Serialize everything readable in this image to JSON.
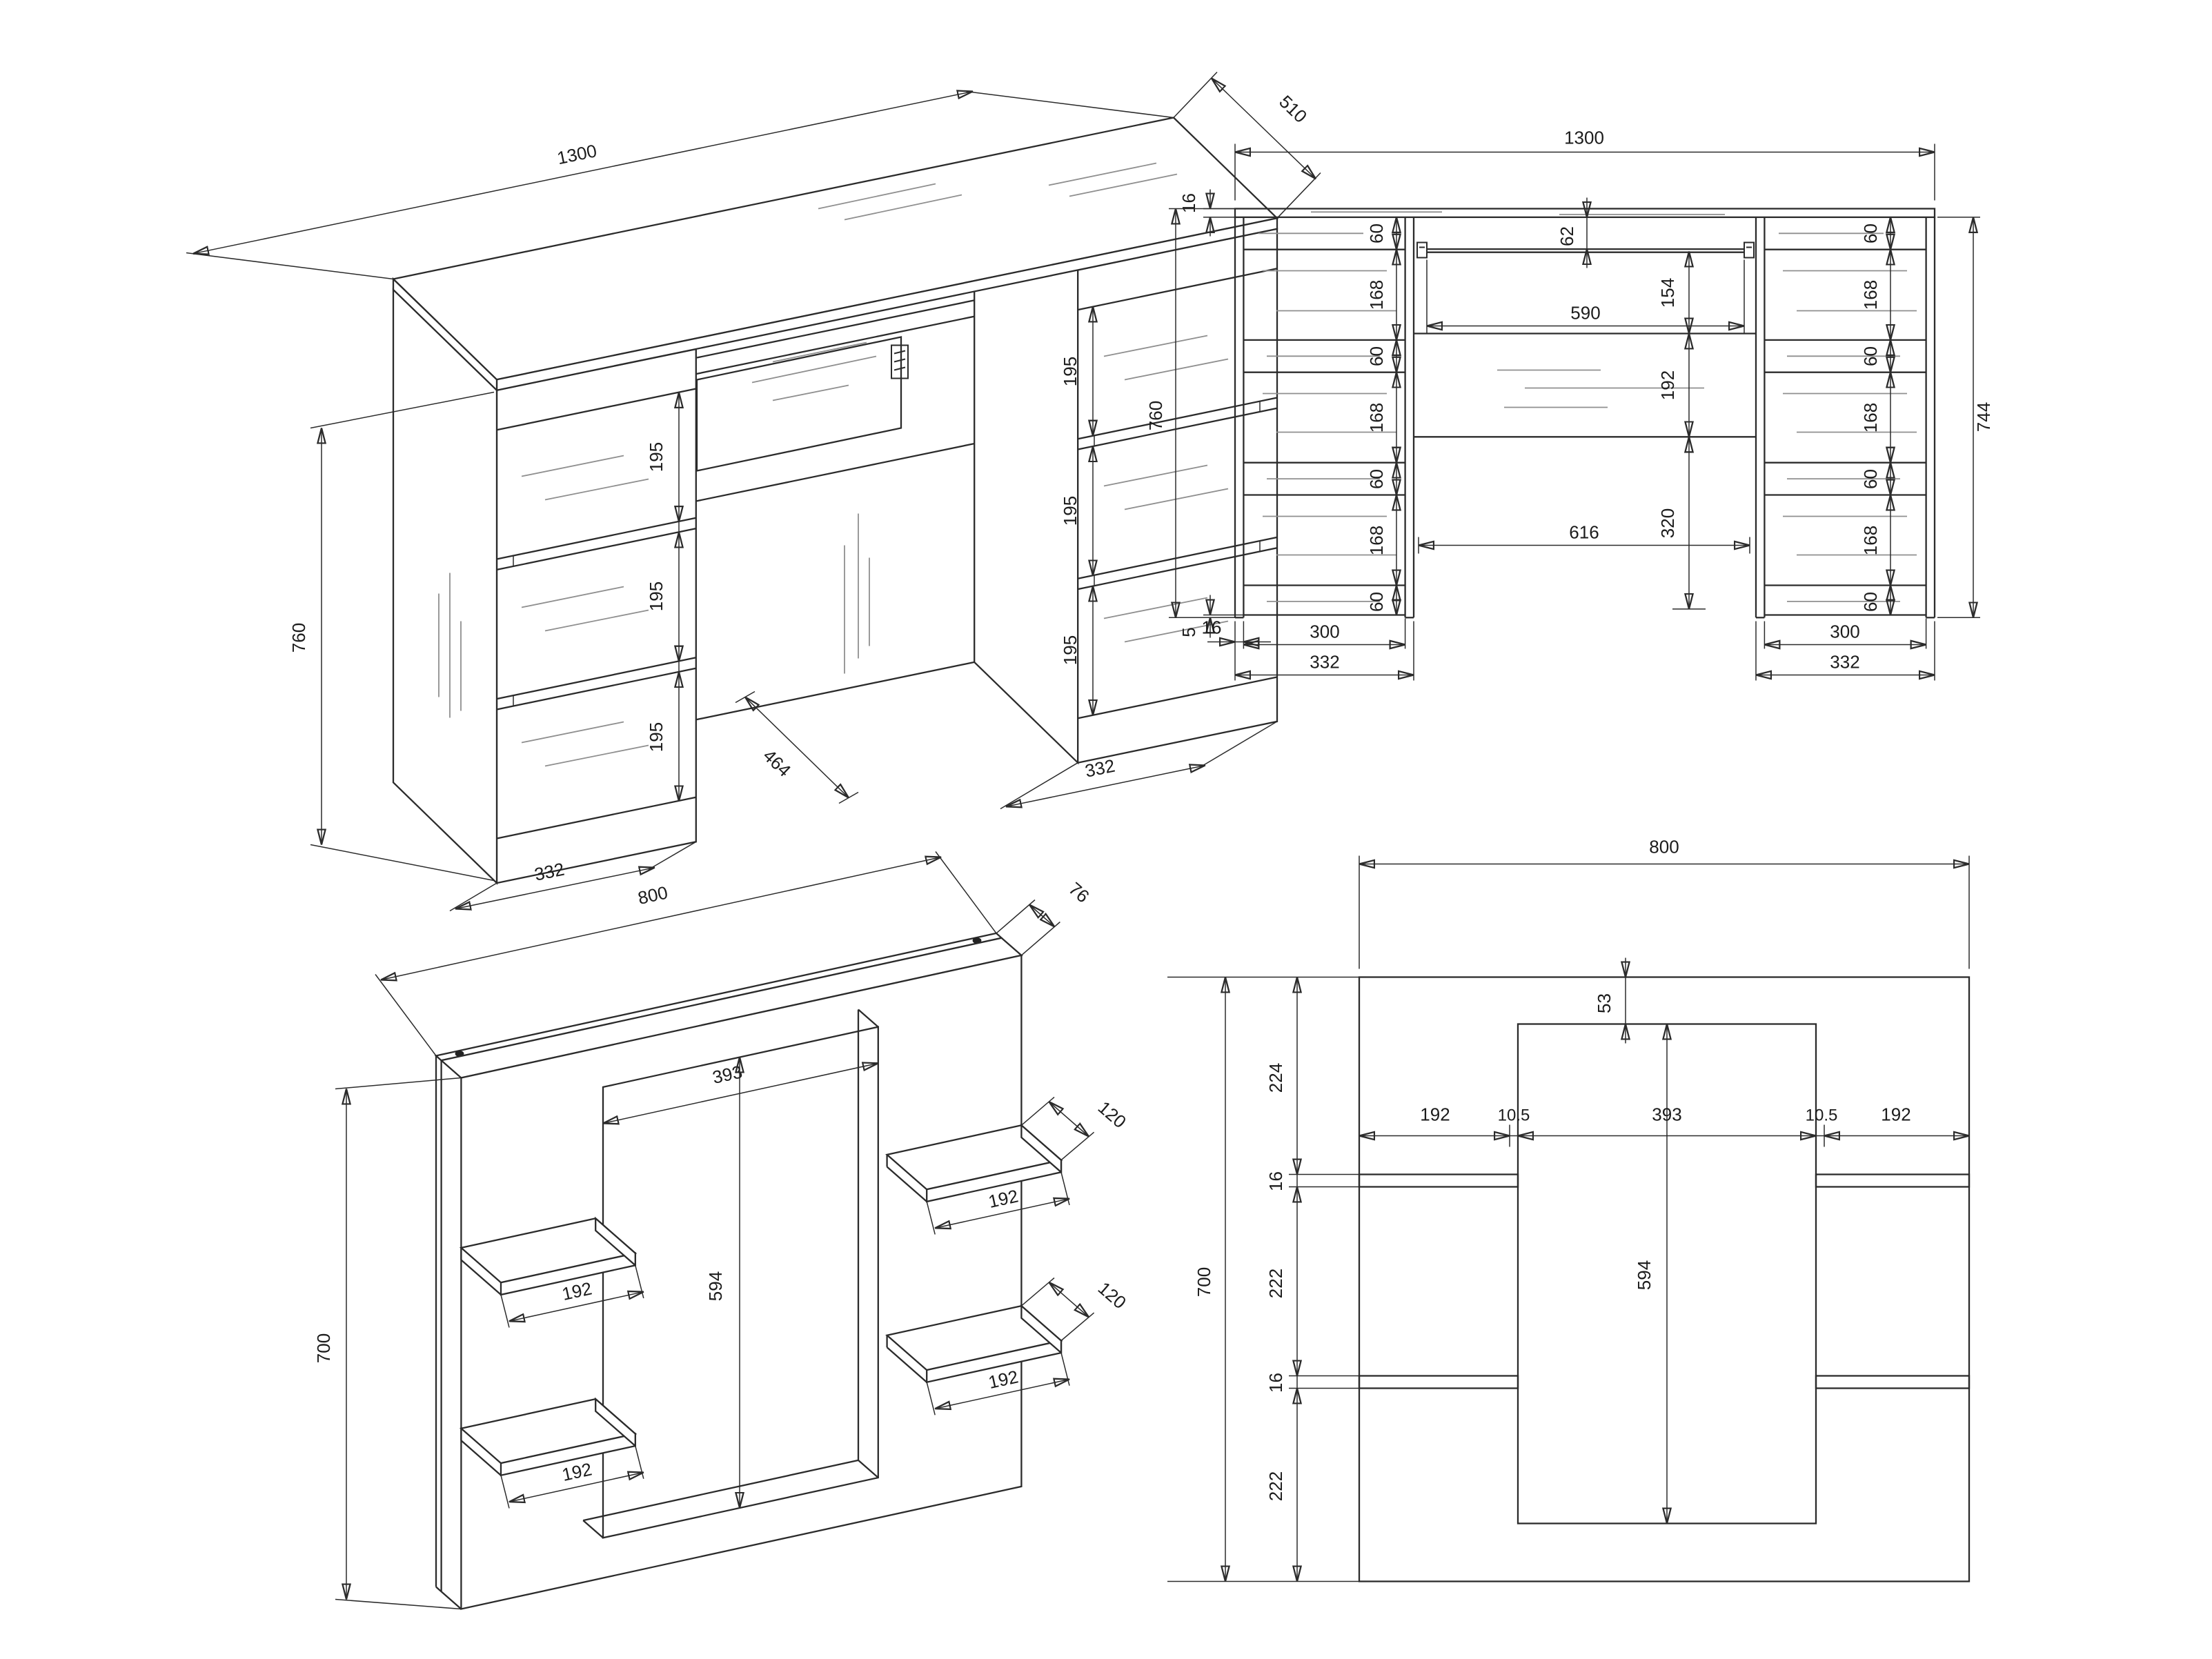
{
  "page": {
    "background_color": "#ffffff",
    "line_color": "#2b2b2b",
    "grain_color": "#8f8f8f",
    "description": "Furniture technical drawing: desk with two drawer pedestals (isometric and front orthographic views, top) and wall shelf panel with four shelves (isometric and front orthographic views, bottom). All dimensions in millimetres."
  },
  "desk_iso": {
    "name": "desk isometric view",
    "labels": [
      "1300",
      "510",
      "760",
      "195",
      "195",
      "195",
      "195",
      "195",
      "195",
      "464",
      "332",
      "332"
    ]
  },
  "desk_front": {
    "name": "desk front view",
    "labels": [
      "1300",
      "16",
      "760",
      "5",
      "16",
      "300",
      "332",
      "60",
      "168",
      "60",
      "168",
      "60",
      "168",
      "60",
      "62",
      "590",
      "154",
      "192",
      "616",
      "320",
      "60",
      "168",
      "60",
      "168",
      "60",
      "168",
      "60",
      "744",
      "300",
      "332"
    ]
  },
  "shelf_iso": {
    "name": "wall shelf isometric view",
    "labels": [
      "800",
      "76",
      "700",
      "393",
      "594",
      "192",
      "192",
      "120",
      "192",
      "120",
      "192"
    ]
  },
  "shelf_front": {
    "name": "wall shelf front view",
    "labels": [
      "800",
      "700",
      "224",
      "16",
      "222",
      "16",
      "222",
      "53",
      "594",
      "192",
      "10.5",
      "393",
      "10.5",
      "192"
    ]
  }
}
